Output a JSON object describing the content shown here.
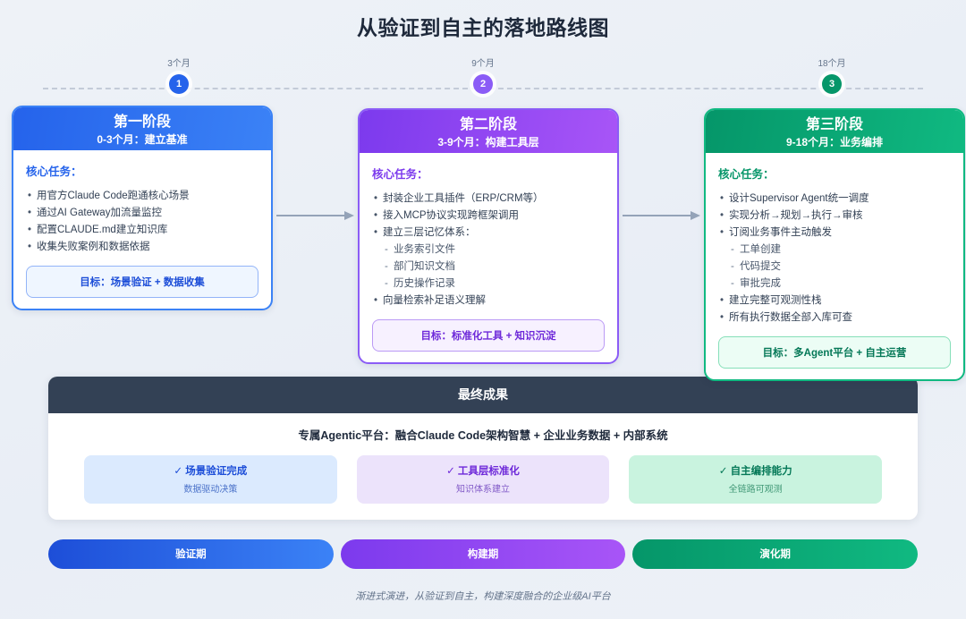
{
  "page": {
    "title": "从验证到自主的落地路线图",
    "footnote": "渐进式演进，从验证到自主，构建深度融合的企业级AI平台"
  },
  "timeline": {
    "nodes": [
      {
        "label": "3个月",
        "number": "1",
        "color": "#2563eb"
      },
      {
        "label": "9个月",
        "number": "2",
        "color": "#8b5cf6"
      },
      {
        "label": "18个月",
        "number": "3",
        "color": "#059669"
      }
    ]
  },
  "phases": [
    {
      "title": "第一阶段",
      "subtitle": "0-3个月：建立基准",
      "tasks_label": "核心任务：",
      "tasks": [
        {
          "text": "用官方Claude Code跑通核心场景",
          "level": 1
        },
        {
          "text": "通过AI Gateway加流量监控",
          "level": 1
        },
        {
          "text": "配置CLAUDE.md建立知识库",
          "level": 1
        },
        {
          "text": "收集失败案例和数据依据",
          "level": 1
        }
      ],
      "goal": "目标：场景验证 + 数据收集",
      "accent": "#3b82f6"
    },
    {
      "title": "第二阶段",
      "subtitle": "3-9个月：构建工具层",
      "tasks_label": "核心任务：",
      "tasks": [
        {
          "text": "封装企业工具插件（ERP/CRM等）",
          "level": 1
        },
        {
          "text": "接入MCP协议实现跨框架调用",
          "level": 1
        },
        {
          "text": "建立三层记忆体系：",
          "level": 1
        },
        {
          "text": "业务索引文件",
          "level": 2
        },
        {
          "text": "部门知识文档",
          "level": 2
        },
        {
          "text": "历史操作记录",
          "level": 2
        },
        {
          "text": "向量检索补足语义理解",
          "level": 1
        }
      ],
      "goal": "目标：标准化工具 + 知识沉淀",
      "accent": "#8b5cf6"
    },
    {
      "title": "第三阶段",
      "subtitle": "9-18个月：业务编排",
      "tasks_label": "核心任务：",
      "tasks": [
        {
          "text": "设计Supervisor Agent统一调度",
          "level": 1
        },
        {
          "text": "实现分析→规划→执行→审核",
          "level": 1
        },
        {
          "text": "订阅业务事件主动触发",
          "level": 1
        },
        {
          "text": "工单创建",
          "level": 2
        },
        {
          "text": "代码提交",
          "level": 2
        },
        {
          "text": "审批完成",
          "level": 2
        },
        {
          "text": "建立完整可观测性栈",
          "level": 1
        },
        {
          "text": "所有执行数据全部入库可查",
          "level": 1
        }
      ],
      "goal": "目标：多Agent平台 + 自主运营",
      "accent": "#10b981"
    }
  ],
  "final": {
    "heading": "最终成果",
    "subtitle": "专属Agentic平台：融合Claude Code架构智慧 + 企业业务数据 + 内部系统",
    "chips": [
      {
        "title": "✓ 场景验证完成",
        "sub": "数据驱动决策"
      },
      {
        "title": "✓ 工具层标准化",
        "sub": "知识体系建立"
      },
      {
        "title": "✓ 自主编排能力",
        "sub": "全链路可观测"
      }
    ]
  },
  "bars": [
    {
      "label": "验证期"
    },
    {
      "label": "构建期"
    },
    {
      "label": "演化期"
    }
  ]
}
